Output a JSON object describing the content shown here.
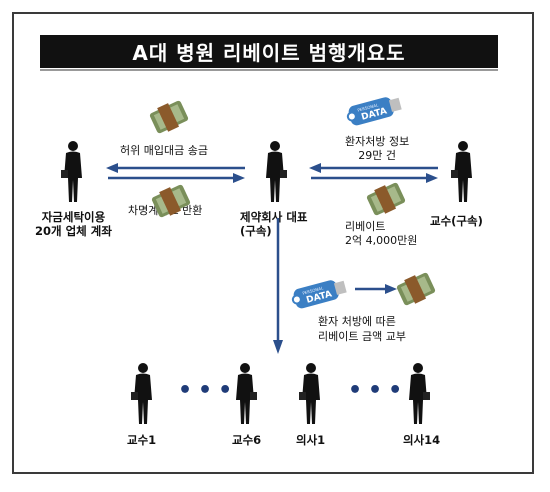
{
  "title": "A대 병원 리베이트 범행개요도",
  "nodes": {
    "left": "자금세탁이용\n20개 업체 계좌",
    "center": "제약회사 대표\n(구속)",
    "right": "교수(구속)"
  },
  "edges": {
    "fake_payment": "허위 매입대금 송금",
    "return_account": "차명계좌로 반환",
    "prescription_info": "환자처방 정보\n29만 건",
    "rebate": "리베이트\n2억 4,000만원",
    "per_prescription": "환자 처방에 따른\n리베이트 금액 교부"
  },
  "doctors": [
    "교수1",
    "교수6",
    "의사1",
    "의사14"
  ],
  "usb_label": "DATA",
  "usb_small_label": "PERSONAL"
}
